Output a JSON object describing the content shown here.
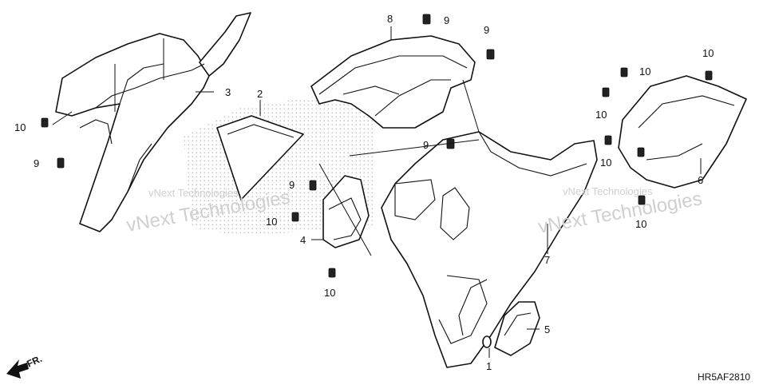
{
  "diagram": {
    "callouts": {
      "c1": "1",
      "c2": "2",
      "c3": "3",
      "c4": "4",
      "c5": "5",
      "c6": "6",
      "c7": "7",
      "c8": "8",
      "c9": "9",
      "c10": "10"
    },
    "watermarks": {
      "brand_small": "vNext Technologies",
      "brand_large": "vNext Technologies"
    },
    "direction_label": "FR.",
    "diagram_code": "HR5AF2810"
  }
}
